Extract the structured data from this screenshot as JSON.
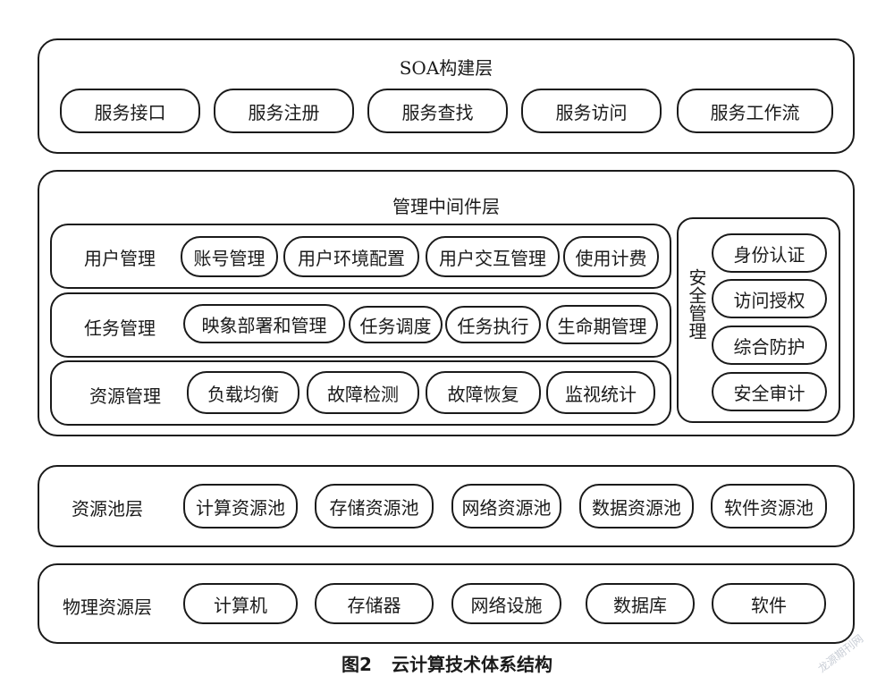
{
  "soa": {
    "title": "SOA构建层",
    "items": [
      "服务接口",
      "服务注册",
      "服务查找",
      "服务访问",
      "服务工作流"
    ]
  },
  "middleware": {
    "title": "管理中间件层",
    "user": {
      "label": "用户管理",
      "items": [
        "账号管理",
        "用户环境配置",
        "用户交互管理",
        "使用计费"
      ]
    },
    "task": {
      "label": "任务管理",
      "items": [
        "映象部署和管理",
        "任务调度",
        "任务执行",
        "生命期管理"
      ]
    },
    "resource": {
      "label": "资源管理",
      "items": [
        "负载均衡",
        "故障检测",
        "故障恢复",
        "监视统计"
      ]
    },
    "security": {
      "label": "安全管理",
      "items": [
        "身份认证",
        "访问授权",
        "综合防护",
        "安全审计"
      ]
    }
  },
  "pool": {
    "label": "资源池层",
    "items": [
      "计算资源池",
      "存储资源池",
      "网络资源池",
      "数据资源池",
      "软件资源池"
    ]
  },
  "physical": {
    "label": "物理资源层",
    "items": [
      "计算机",
      "存储器",
      "网络设施",
      "数据库",
      "软件"
    ]
  },
  "caption": {
    "fig": "图2",
    "title": "云计算技术体系结构"
  },
  "watermark": "龙源期刊网"
}
